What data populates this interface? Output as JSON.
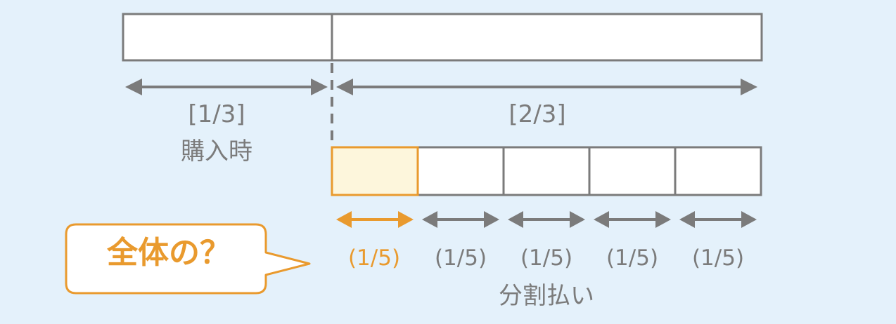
{
  "top_bar": {
    "left_label": "[1/3]",
    "left_sublabel": "購入時",
    "right_label": "[2/3]"
  },
  "installments": {
    "segment_label": "(1/5)",
    "count": 5,
    "highlighted_index": 0,
    "caption": "分割払い"
  },
  "callout": {
    "text": "全体の？"
  },
  "colors": {
    "background": "#e4f1fb",
    "stroke": "#7b7b7b",
    "highlight": "#e99a2e",
    "highlight_fill": "#fdf6dc",
    "box_fill": "#ffffff"
  }
}
